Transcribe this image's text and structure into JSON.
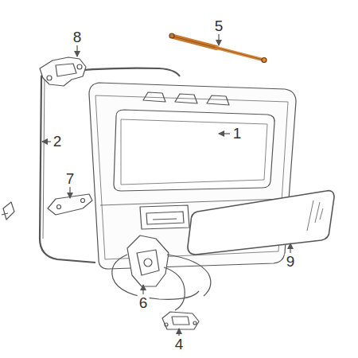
{
  "diagram": {
    "labels": [
      "5",
      "8",
      "1",
      "2",
      "7",
      "9",
      "6",
      "4"
    ]
  }
}
